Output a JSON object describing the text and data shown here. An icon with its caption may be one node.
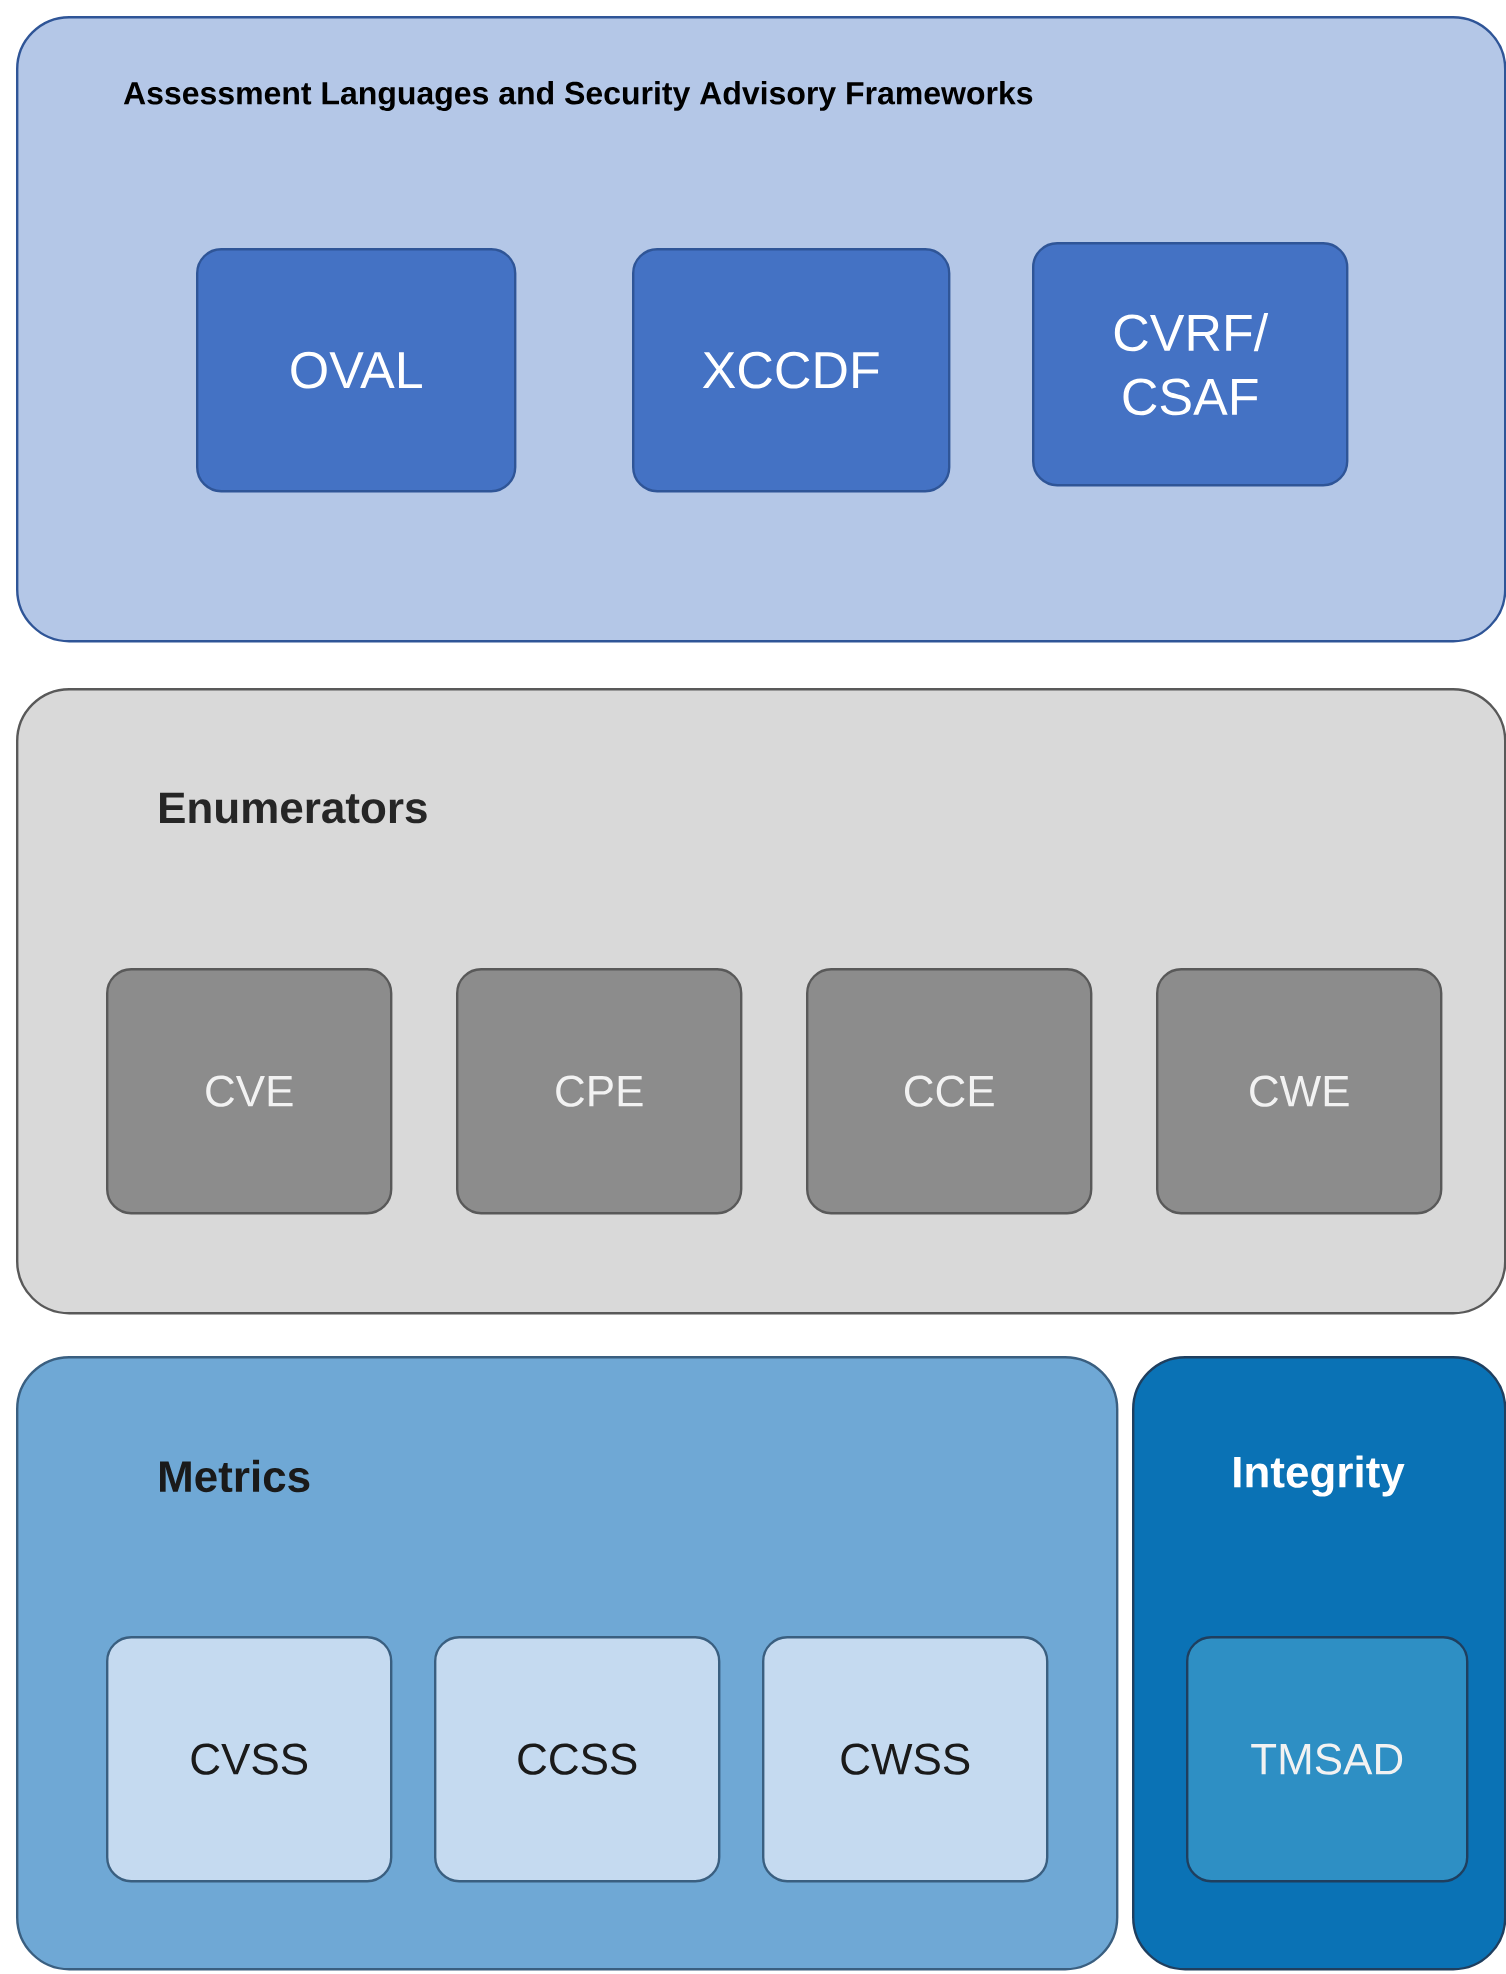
{
  "diagram": {
    "nodes": [
      {
        "text": [
          "Assessment Languages and Security Advisory Frameworks"
        ]
      },
      {
        "text": [
          "OVAL"
        ],
        "in": 0
      },
      {
        "text": [
          "XCCDF"
        ],
        "in": 0
      },
      {
        "text": [
          "CVRF/ CSAF"
        ],
        "in": 0
      },
      {
        "text": [
          "Enumerators"
        ]
      },
      {
        "text": [
          "CVE"
        ],
        "in": 4
      },
      {
        "text": [
          "CPE"
        ],
        "in": 4
      },
      {
        "text": [
          "CCE"
        ],
        "in": 4
      },
      {
        "text": [
          "CWE"
        ],
        "in": 4
      },
      {
        "text": [
          "Metrics"
        ]
      },
      {
        "text": [
          "CVSS"
        ],
        "in": 9
      },
      {
        "text": [
          "CCSS"
        ],
        "in": 9
      },
      {
        "text": [
          "CWSS"
        ],
        "in": 9
      },
      {
        "text": [
          "Integrity"
        ]
      },
      {
        "text": [
          "TMSAD"
        ],
        "in": 13
      }
    ]
  }
}
